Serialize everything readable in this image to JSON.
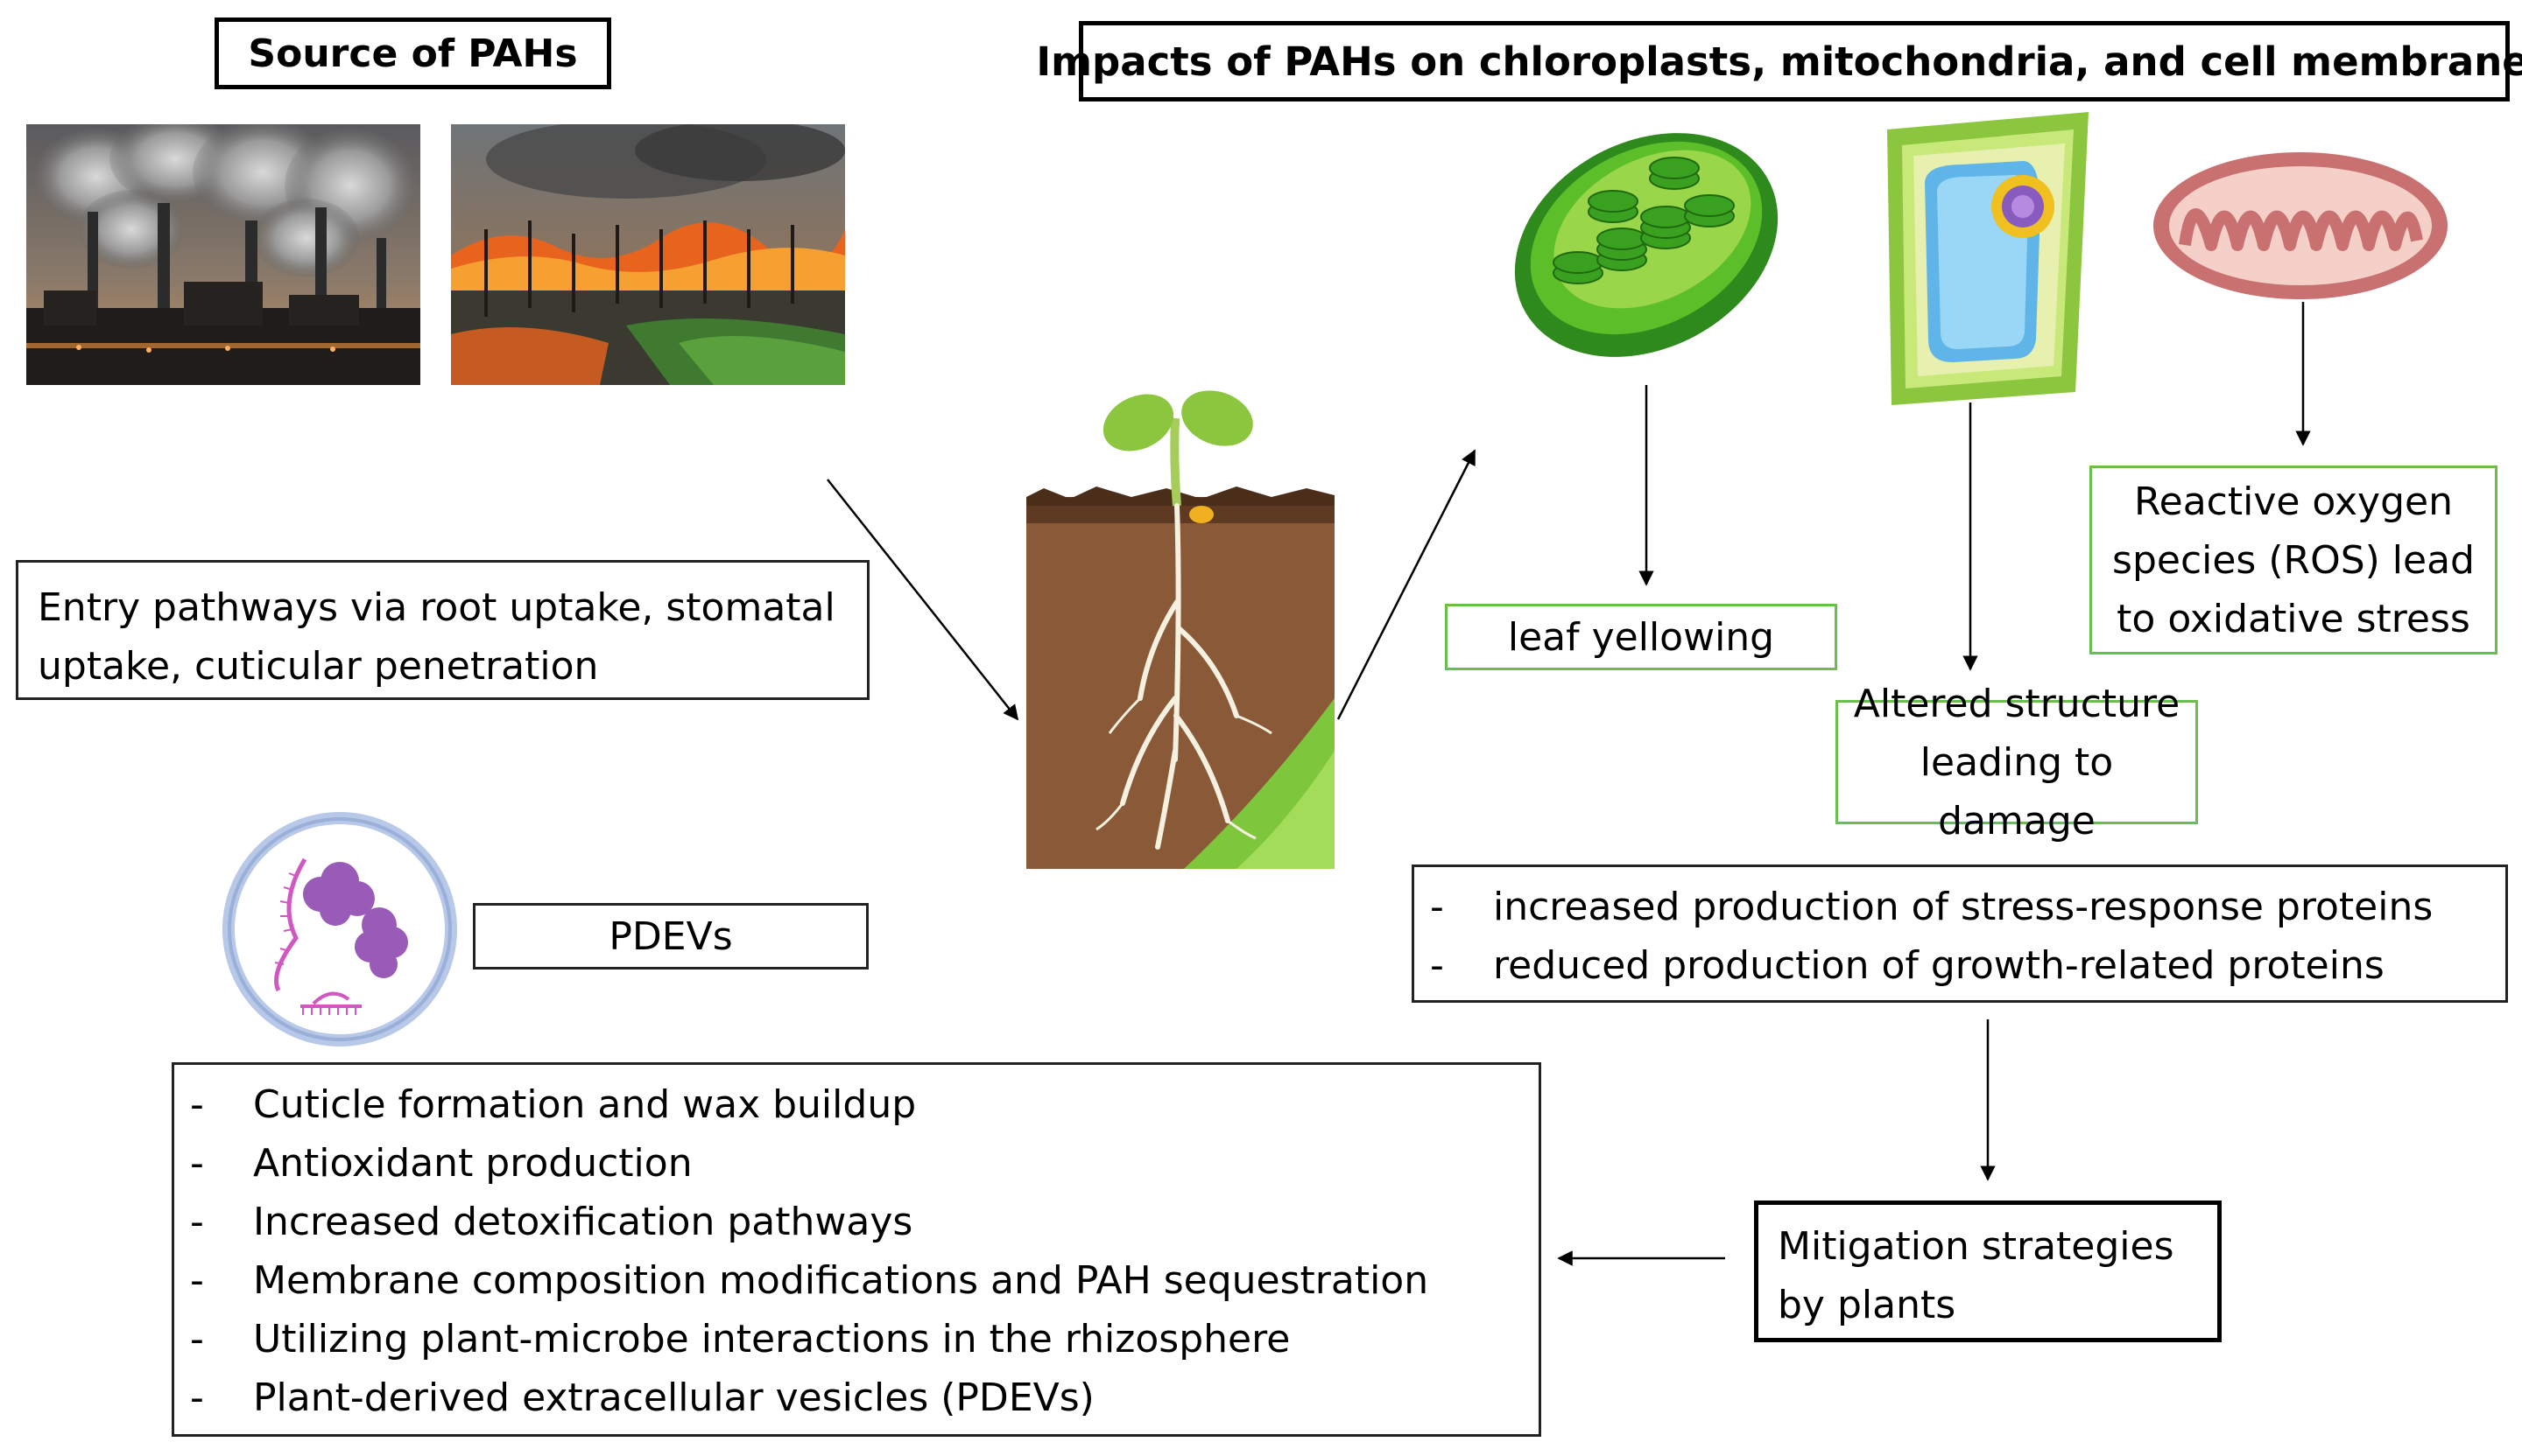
{
  "source": {
    "title": "Source of PAHs"
  },
  "impacts": {
    "title": "Impacts of PAHs on chloroplasts, mitochondria, and cell membranes"
  },
  "entry": {
    "text": "Entry pathways via root uptake, stomatal uptake, cuticular penetration"
  },
  "effects": {
    "leaf": "leaf yellowing",
    "structure": "Altered structure leading to damage",
    "ros": "Reactive oxygen species (ROS) lead to oxidative stress"
  },
  "proteins": {
    "items": [
      "increased production of stress-response proteins",
      "reduced production of growth-related proteins"
    ]
  },
  "pdevs": {
    "label": "PDEVs"
  },
  "mitigation": {
    "title": "Mitigation strategies by plants",
    "items": [
      "Cuticle formation and wax buildup",
      "Antioxidant production",
      "Increased detoxification pathways",
      "Membrane composition modifications and PAH sequestration",
      "Utilizing plant-microbe interactions in the rhizosphere",
      "Plant-derived extracellular vesicles (PDEVs)"
    ]
  },
  "colors": {
    "green_border": "#6abf4b",
    "black": "#000000"
  }
}
